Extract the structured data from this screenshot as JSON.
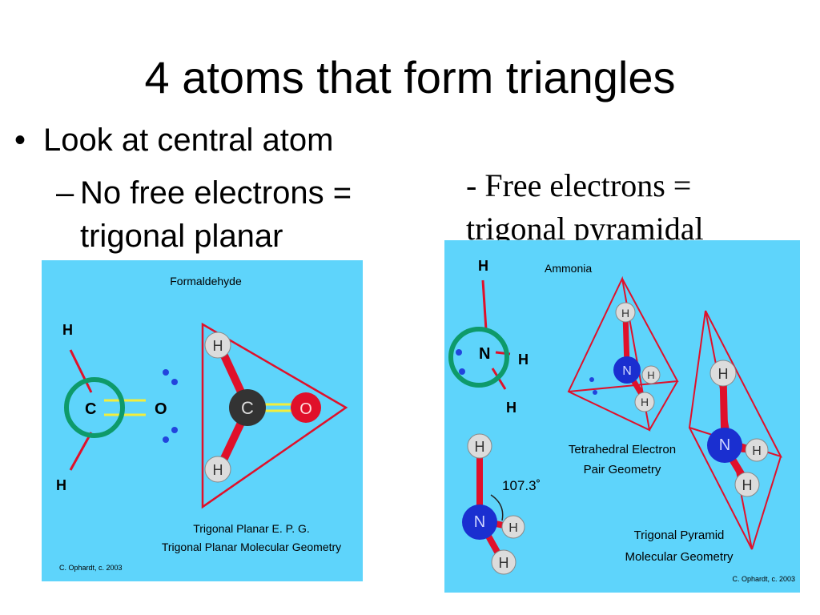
{
  "slide": {
    "title": "4 atoms that form triangles",
    "bullet_marker": "•",
    "bullet_text": "Look at central atom",
    "sub_marker": "–",
    "sub_text_line1": "No free electrons =",
    "sub_text_line2": "trigonal planar",
    "free_line1": "- Free electrons =",
    "free_line2": "trigonal pyramidal"
  },
  "left_figure": {
    "heading": "Formaldehyde",
    "atom_h": "H",
    "atom_c": "C",
    "atom_o": "O",
    "caption_line1": "Trigonal Planar E. P. G.",
    "caption_line2": "Trigonal Planar Molecular Geometry",
    "credit": "C. Ophardt, c. 2003"
  },
  "right_figure": {
    "heading": "Ammonia",
    "atom_h": "H",
    "atom_n": "N",
    "angle": "107.3˚",
    "tetra_line1": "Tetrahedral Electron",
    "tetra_line2": "Pair Geometry",
    "pyr_line1": "Trigonal Pyramid",
    "pyr_line2": "Molecular Geometry",
    "credit": "C. Ophardt, c. 2003"
  },
  "colors": {
    "panel": "#5ed4fb",
    "bond_red": "#e0102a",
    "circle_green": "#0e9a6a",
    "lone_pair_blue": "#2244dd",
    "hydrogen": "#dcdcdc",
    "carbon": "#333333",
    "oxygen": "#e0102a",
    "nitrogen": "#1a2fd0"
  }
}
